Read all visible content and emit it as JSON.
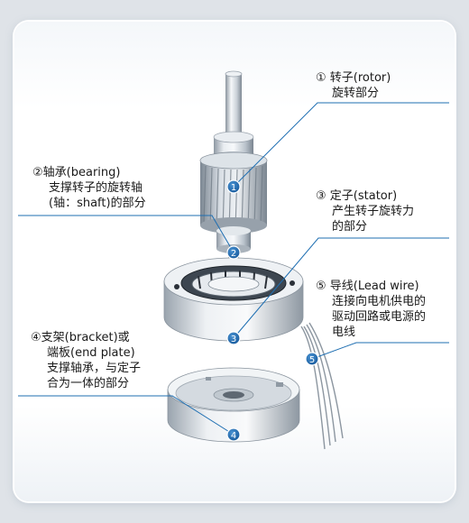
{
  "callouts": [
    {
      "id": "rotor",
      "number": "①",
      "lines": [
        "转子(rotor)",
        "旋转部分"
      ],
      "marker": "1"
    },
    {
      "id": "bearing",
      "number": "②",
      "lines": [
        "轴承(bearing)",
        "支撑转子的旋转轴",
        "(轴：shaft)的部分"
      ],
      "marker": "2"
    },
    {
      "id": "stator",
      "number": "③",
      "lines": [
        "定子(stator)",
        "产生转子旋转力",
        "的部分"
      ],
      "marker": "3"
    },
    {
      "id": "bracket",
      "number": "④",
      "lines": [
        "支架(bracket)或",
        "端板(end plate)",
        "支撑轴承，与定子",
        "合为一体的部分"
      ],
      "marker": "4"
    },
    {
      "id": "lead-wire",
      "number": "⑤",
      "lines": [
        "导线(Lead wire)",
        "连接向电机供电的",
        "驱动回路或电源的",
        "电线"
      ],
      "marker": "5"
    }
  ],
  "colors": {
    "leader_line": "#1f6fb2",
    "marker_fill": "#1f6fb2",
    "metal_light": "#f2f4f6",
    "metal_mid": "#c4ccd4",
    "metal_dark": "#7d8894"
  }
}
